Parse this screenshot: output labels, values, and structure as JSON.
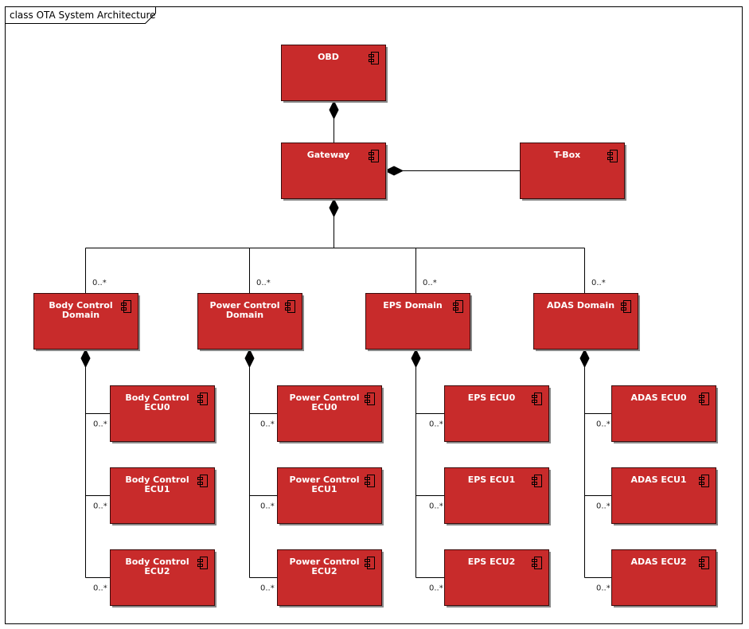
{
  "frame": {
    "title": "class OTA System Architecture"
  },
  "icons": {
    "component": "component-icon",
    "composition": "diamond-icon"
  },
  "colors": {
    "box_fill": "#c82b2b",
    "box_text": "#ffffff",
    "line": "#000000"
  },
  "multiplicity": "0..*",
  "nodes": {
    "obd": {
      "label": [
        "OBD"
      ]
    },
    "gateway": {
      "label": [
        "Gateway"
      ]
    },
    "tbox": {
      "label": [
        "T-Box"
      ]
    },
    "body_domain": {
      "label": [
        "Body Control",
        "Domain"
      ]
    },
    "power_domain": {
      "label": [
        "Power Control",
        "Domain"
      ]
    },
    "eps_domain": {
      "label": [
        "EPS Domain"
      ]
    },
    "adas_domain": {
      "label": [
        "ADAS Domain"
      ]
    },
    "body_ecu0": {
      "label": [
        "Body Control",
        "ECU0"
      ]
    },
    "body_ecu1": {
      "label": [
        "Body Control",
        "ECU1"
      ]
    },
    "body_ecu2": {
      "label": [
        "Body Control",
        "ECU2"
      ]
    },
    "power_ecu0": {
      "label": [
        "Power Control",
        "ECU0"
      ]
    },
    "power_ecu1": {
      "label": [
        "Power Control",
        "ECU1"
      ]
    },
    "power_ecu2": {
      "label": [
        "Power Control",
        "ECU2"
      ]
    },
    "eps_ecu0": {
      "label": [
        "EPS ECU0"
      ]
    },
    "eps_ecu1": {
      "label": [
        "EPS ECU1"
      ]
    },
    "eps_ecu2": {
      "label": [
        "EPS ECU2"
      ]
    },
    "adas_ecu0": {
      "label": [
        "ADAS ECU0"
      ]
    },
    "adas_ecu1": {
      "label": [
        "ADAS ECU1"
      ]
    },
    "adas_ecu2": {
      "label": [
        "ADAS ECU2"
      ]
    }
  }
}
